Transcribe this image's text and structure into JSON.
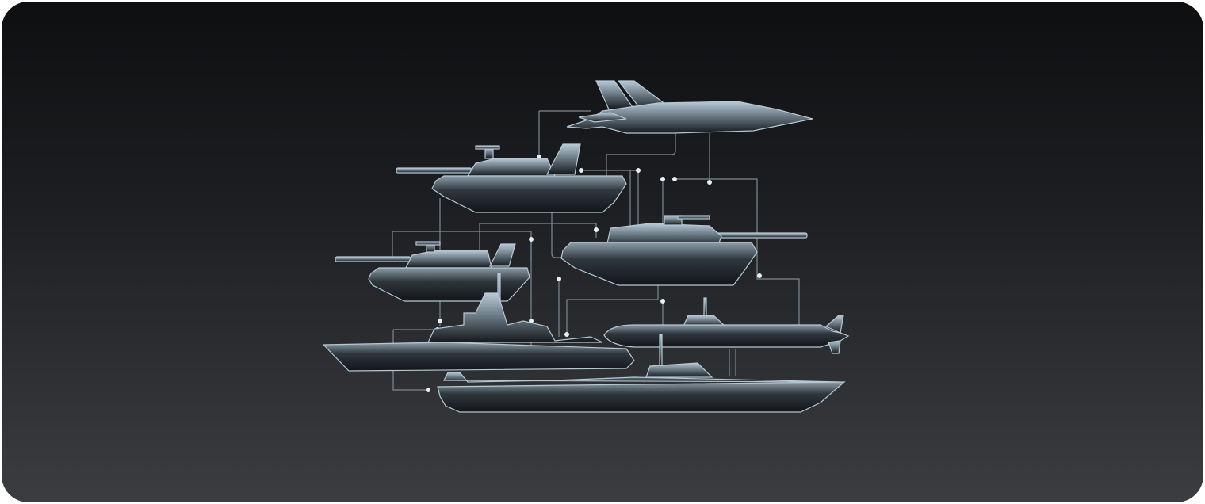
{
  "illustration": {
    "subject": [
      "fighter-jet",
      "tank",
      "tank",
      "tank",
      "destroyer",
      "submarine",
      "ship"
    ],
    "colors": {
      "background_top": "#0e0f11",
      "background_bottom": "#3c3d40",
      "vehicle_highlight": "#b9cad6",
      "vehicle_shadow": "#15191d",
      "connector": "#7d8a93",
      "node": "#e8eef2"
    }
  }
}
